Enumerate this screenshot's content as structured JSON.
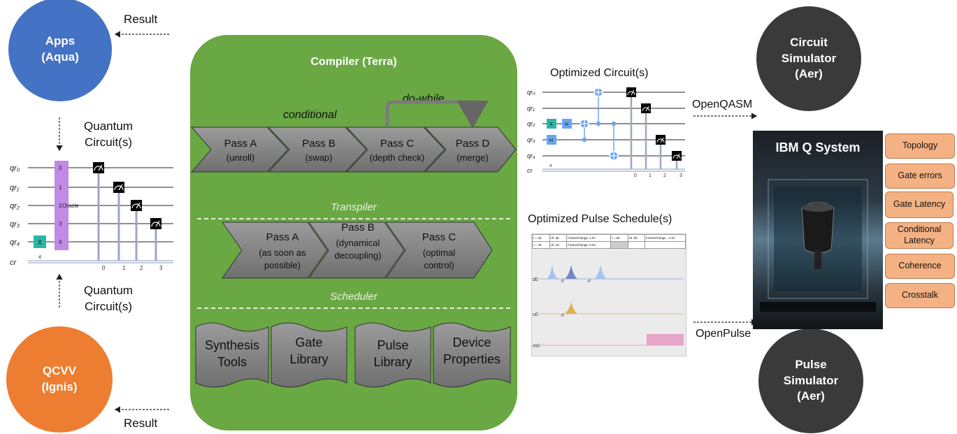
{
  "apps": {
    "line1": "Apps",
    "line2": "(Aqua)",
    "color": "#4472c4"
  },
  "qcvv": {
    "line1": "QCVV",
    "line2": "(Ignis)",
    "color": "#ed7d31"
  },
  "result_top": "Result",
  "result_bottom": "Result",
  "qc_top": {
    "line1": "Quantum",
    "line2": "Circuit(s)"
  },
  "qc_bottom": {
    "line1": "Quantum",
    "line2": "Circuit(s)"
  },
  "left_circuit": {
    "qubits": [
      "qr₀",
      "qr₁",
      "qr₂",
      "qr₃",
      "qr₄"
    ],
    "creg": "cr",
    "creg_size": "4",
    "oracle_label": "Oracle",
    "oracle_indices": [
      "0",
      "1",
      "2",
      "3",
      "4"
    ],
    "x_gate": "X",
    "meas_indices": [
      "0",
      "1",
      "2",
      "3"
    ]
  },
  "compiler": {
    "title": "Compiler (Terra)",
    "color": "#70ad47",
    "conditional": "conditional",
    "do_while": "do-while",
    "transpiler_passes": [
      {
        "name": "Pass A",
        "desc": "(unroll)"
      },
      {
        "name": "Pass B",
        "desc": "(swap)"
      },
      {
        "name": "Pass C",
        "desc": "(depth check)"
      },
      {
        "name": "Pass D",
        "desc": "(merge)"
      }
    ],
    "transpiler_label": "Transpiler",
    "scheduler_passes": [
      {
        "name": "Pass A",
        "desc1": "(as soon as",
        "desc2": "possible)"
      },
      {
        "name": "Pass B",
        "desc1": "(dynamical",
        "desc2": "decoupling)"
      },
      {
        "name": "Pass C",
        "desc1": "(optimal",
        "desc2": "control)"
      }
    ],
    "scheduler_label": "Scheduler",
    "tools": [
      {
        "line1": "Synthesis",
        "line2": "Tools"
      },
      {
        "line1": "Gate",
        "line2": "Library"
      },
      {
        "line1": "Pulse",
        "line2": "Library"
      },
      {
        "line1": "Device",
        "line2": "Properties"
      }
    ]
  },
  "optimized_circuit": {
    "title": "Optimized Circuit(s)",
    "qubits": [
      "qr₀",
      "qr₁",
      "qr₂",
      "qr₃",
      "qr₄"
    ],
    "creg": "cr",
    "creg_size": "4",
    "x_gate": "X",
    "h_gate": "H",
    "meas_indices": [
      "0",
      "1",
      "2",
      "3"
    ]
  },
  "openqasm": "OpenQASM",
  "pulse_schedule": {
    "title": "Optimized Pulse Schedule(s)",
    "table_row1": [
      "t = 30",
      "ch: d0",
      "FrameChange, 1.57",
      "t = 60",
      "ch: d0",
      "FrameChange, -1.57"
    ],
    "table_row2": [
      "t = 30",
      "ch: u0",
      "FrameChange, 0.52",
      "",
      "",
      ""
    ],
    "channels": [
      "d0",
      "u0",
      "m0"
    ]
  },
  "openpulse": "OpenPulse",
  "circuit_sim": {
    "line1": "Circuit",
    "line2": "Simulator",
    "line3": "(Aer)",
    "color": "#3a3a3a"
  },
  "pulse_sim": {
    "line1": "Pulse",
    "line2": "Simulator",
    "line3": "(Aer)",
    "color": "#3a3a3a"
  },
  "ibm_title": "IBM Q System",
  "properties": [
    "Topology",
    "Gate errors",
    "Gate Latency",
    "Conditional Latency",
    "Coherence",
    "Crosstalk"
  ]
}
